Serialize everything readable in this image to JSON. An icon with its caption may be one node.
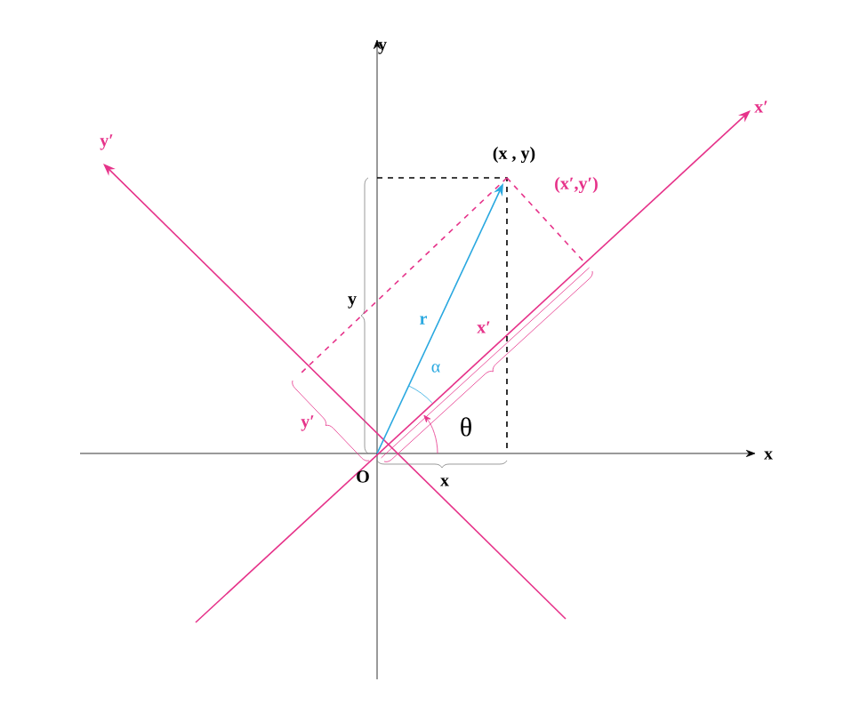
{
  "diagram": {
    "labels": [
      "y",
      "y′",
      "x′",
      "(x , y)",
      "(x′,y′)",
      "y",
      "r",
      "x′",
      "α",
      "θ",
      "y′",
      "O",
      "x",
      "x"
    ]
  }
}
